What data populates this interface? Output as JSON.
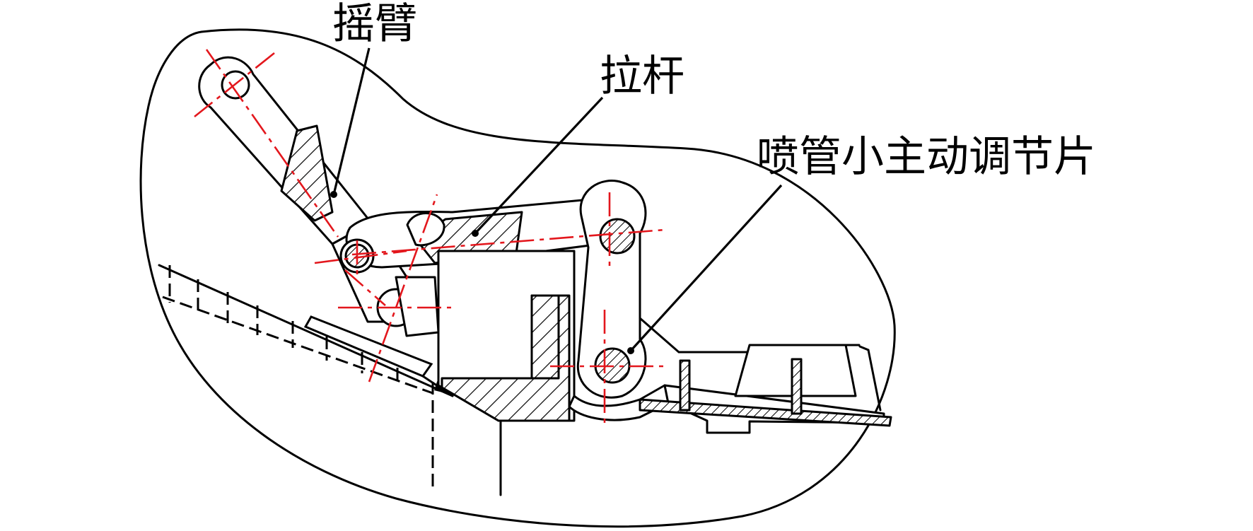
{
  "diagram": {
    "labels": {
      "rocker_arm": "摇臂",
      "pull_rod": "拉杆",
      "nozzle_flap": "喷管小主动调节片"
    },
    "colors": {
      "outline": "#000000",
      "centerline": "#e3171d",
      "background": "#ffffff"
    }
  }
}
